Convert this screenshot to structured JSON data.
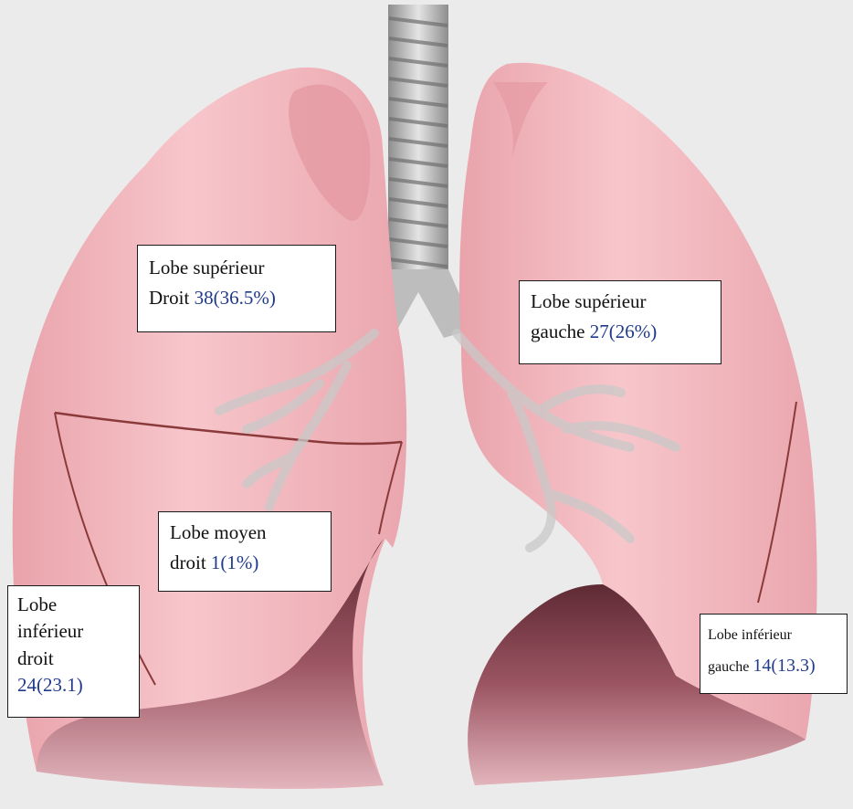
{
  "labels": {
    "right_upper": {
      "line1": "Lobe supérieur",
      "line2_prefix": "Droit ",
      "line2_value": "38(36.5%)"
    },
    "left_upper": {
      "line1": "Lobe supérieur",
      "line2_prefix": "gauche ",
      "line2_value": "27(26%)"
    },
    "right_middle": {
      "line1": "Lobe moyen",
      "line2_prefix": "droit ",
      "line2_value": "1(1%)"
    },
    "right_lower": {
      "line1": "Lobe",
      "line2": "inférieur",
      "line3": "droit",
      "line4_value": "24(23.1)"
    },
    "left_lower": {
      "line1": "Lobe inférieur",
      "line2_prefix": "gauche ",
      "line2_value": "14(13.3)"
    }
  },
  "colors": {
    "background": "#ebebec",
    "lung": "#f1b7bd",
    "lung_shadow": "#a25461",
    "fissure": "#8a3a3a",
    "trachea": "#b8b8b8",
    "value_text": "#1f3a8a"
  }
}
